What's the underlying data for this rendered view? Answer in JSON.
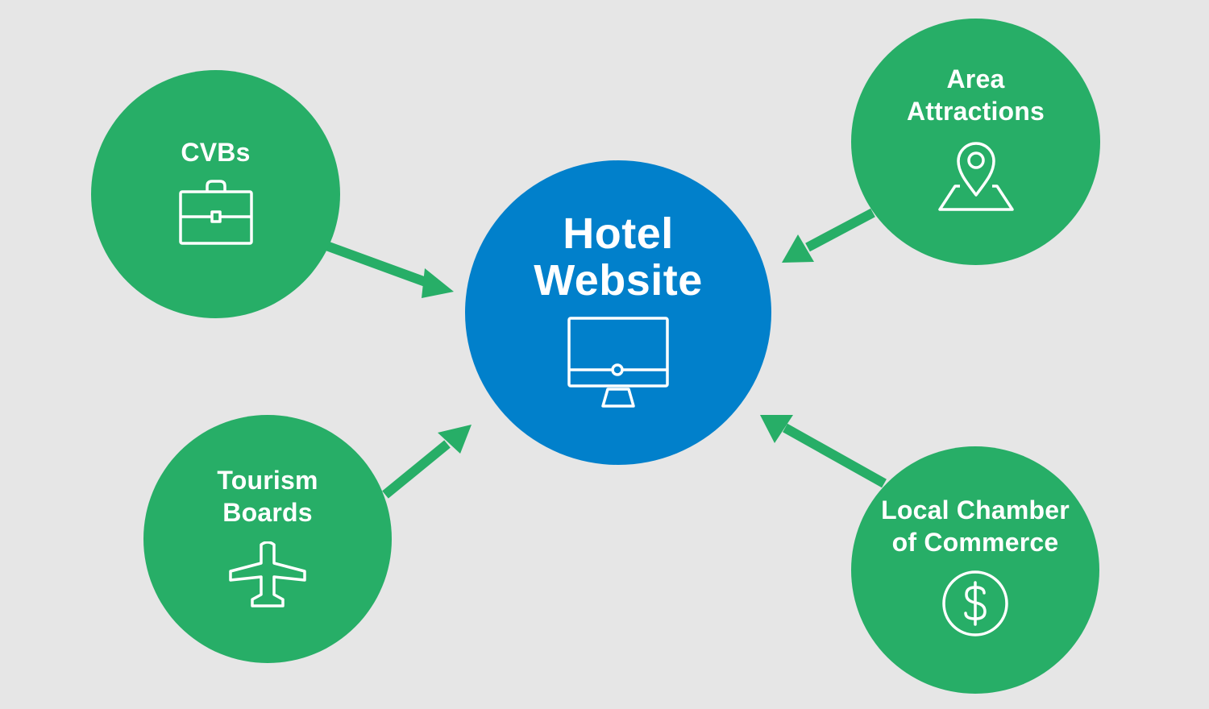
{
  "colors": {
    "background": "#e6e6e6",
    "green": "#27ae67",
    "blue": "#0180cb",
    "text": "#ffffff"
  },
  "center": {
    "title_lines": [
      "Hotel",
      "Website"
    ],
    "icon": "monitor-icon"
  },
  "sources": [
    {
      "id": "cvbs",
      "title_lines": [
        "CVBs"
      ],
      "icon": "briefcase-icon"
    },
    {
      "id": "area-attractions",
      "title_lines": [
        "Area",
        "Attractions"
      ],
      "icon": "map-pin-icon"
    },
    {
      "id": "tourism-boards",
      "title_lines": [
        "Tourism",
        "Boards"
      ],
      "icon": "airplane-icon"
    },
    {
      "id": "local-chamber",
      "title_lines": [
        "Local Chamber",
        "of Commerce"
      ],
      "icon": "dollar-icon"
    }
  ]
}
